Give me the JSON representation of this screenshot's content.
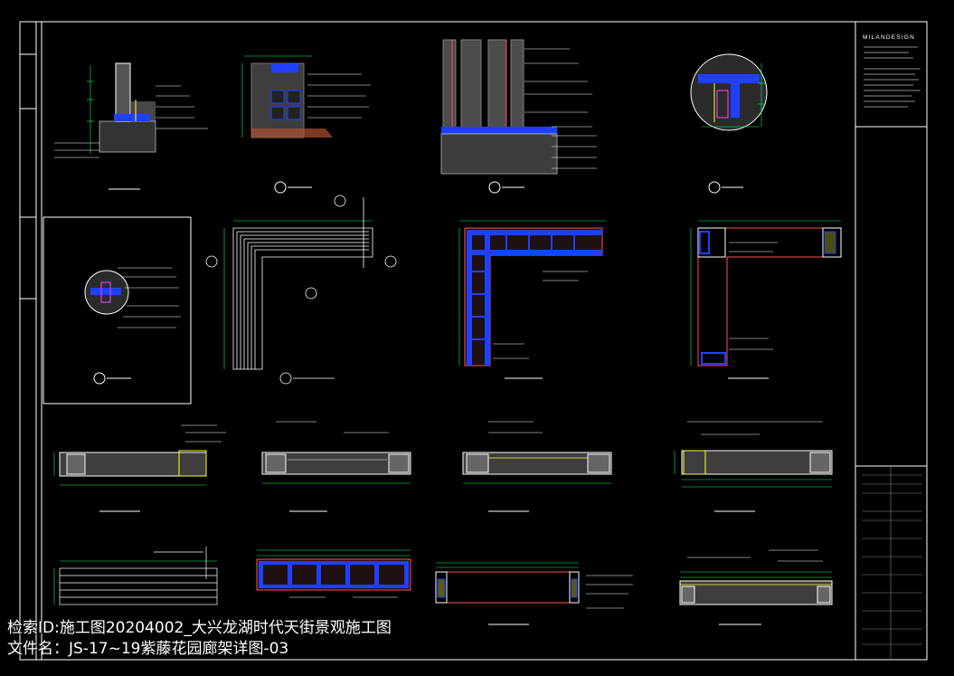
{
  "colors": {
    "background": "#000000",
    "line": "#ffffff",
    "dim": "#00ff66",
    "leader": "#ffff33",
    "section": "#2040ff",
    "hatch": "#9a9a9a",
    "cut": "#ff5050",
    "accent": "#ff40ff"
  },
  "title_block": {
    "brand": "MILANDESIGN"
  },
  "overlay": {
    "search_id": "检索ID:施工图20204002_大兴龙湖时代天街景观施工图",
    "file_name": "文件名：JS-17~19紫藤花园廊架详图-03"
  }
}
